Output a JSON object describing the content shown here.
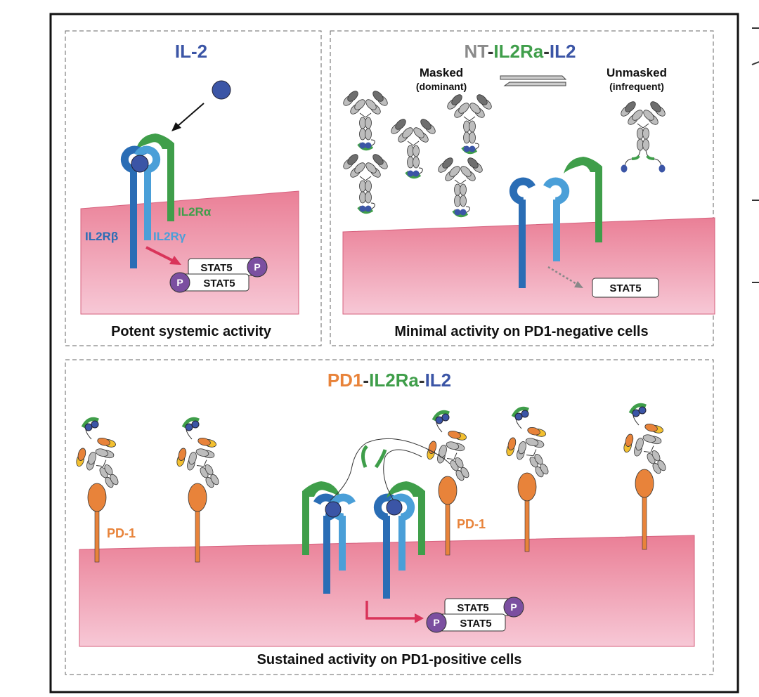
{
  "colors": {
    "il2": "#3b55a6",
    "il2ra": "#3f9e4a",
    "il2rb": "#2a6db5",
    "il2rg": "#4a9fd8",
    "nt": "#8a8a8a",
    "pd1": "#e8833a",
    "phospho": "#7b4fa0",
    "signal_arrow": "#d9345a",
    "membrane_top": "#ea7f96",
    "membrane_bottom": "#f7c8d6"
  },
  "panel_il2": {
    "title": "IL-2",
    "labels": {
      "il2ra": "IL2Rα",
      "il2rb": "IL2Rβ",
      "il2rg": "IL2Rγ"
    },
    "stat5": "STAT5",
    "phospho": "P",
    "caption": "Potent systemic activity"
  },
  "panel_nt": {
    "title_parts": [
      "NT",
      "-",
      "IL2Ra",
      "-",
      "IL2"
    ],
    "masked": "Masked",
    "masked_sub": "(dominant)",
    "unmasked": "Unmasked",
    "unmasked_sub": "(infrequent)",
    "stat5": "STAT5",
    "caption": "Minimal activity on PD1-negative cells"
  },
  "panel_pd1": {
    "title_parts": [
      "PD1",
      "-",
      "IL2Ra",
      "-",
      "IL2"
    ],
    "pd1_label": "PD-1",
    "stat5": "STAT5",
    "phospho": "P",
    "caption": "Sustained activity on PD1-positive cells"
  }
}
